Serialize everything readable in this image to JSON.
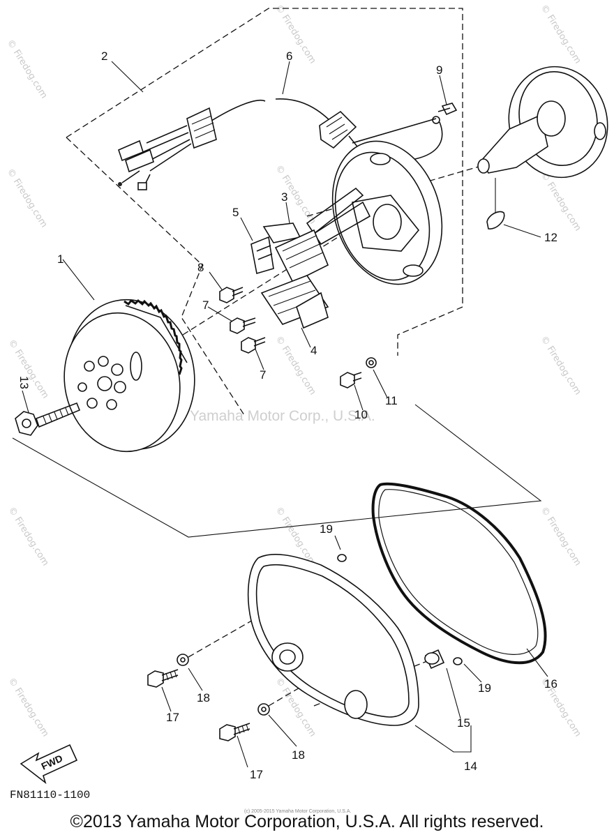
{
  "diagram": {
    "part_labels": {
      "p1": "1",
      "p2": "2",
      "p3": "3",
      "p4": "4",
      "p5": "5",
      "p6": "6",
      "p7a": "7",
      "p7b": "7",
      "p8": "8",
      "p9": "9",
      "p10": "10",
      "p11": "11",
      "p12": "12",
      "p13": "13",
      "p14": "14",
      "p15": "15",
      "p16": "16",
      "p17a": "17",
      "p17b": "17",
      "p18a": "18",
      "p18b": "18",
      "p19a": "19",
      "p19b": "19"
    },
    "fwd_label": "FWD",
    "diagram_code": "FN81110-1100"
  },
  "watermarks": {
    "site": "© Firedog.com",
    "center": "Yamaha Motor Corp., U.S.A."
  },
  "footer": {
    "small_copyright": "(c) 2005-2015 Yamaha Motor Corporation, U.S.A.",
    "copyright": "©2013 Yamaha Motor Corporation, U.S.A. All rights reserved."
  },
  "colors": {
    "ink": "#111111",
    "watermark": "#c9c9c9",
    "background": "#ffffff"
  }
}
